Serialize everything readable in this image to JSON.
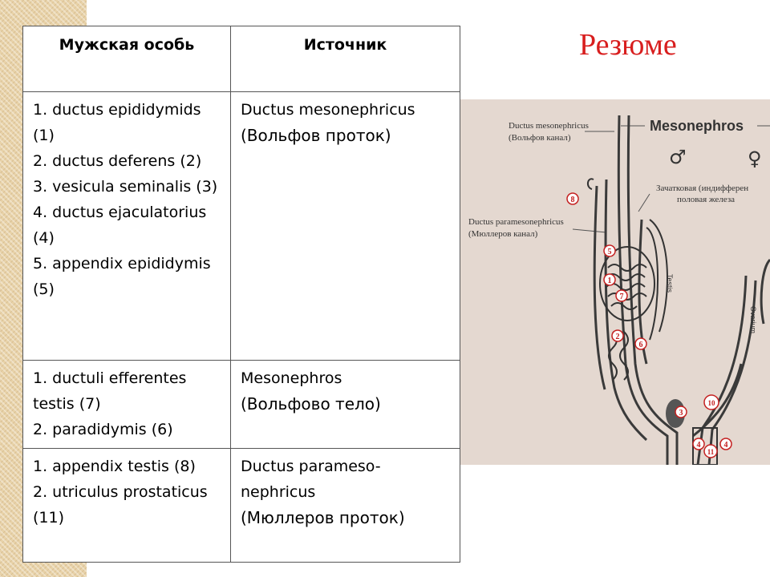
{
  "slide": {
    "title": "Резюме"
  },
  "table": {
    "headers": [
      "Мужская особь",
      "Источник"
    ],
    "rows": [
      {
        "male": [
          "1. ductus epididymids (1)",
          "2. ductus deferens (2)",
          "3. vesicula seminalis (3)",
          "4. ductus ejaculatorius (4)",
          "5. appendix epididymis (5)"
        ],
        "source": "Ductus mesonephricus",
        "source_ru": "(Вольфов проток)"
      },
      {
        "male": [
          "1. ductuli efferentes testis (7)",
          "2. paradidymis (6)"
        ],
        "source": "Mesonephros",
        "source_ru": "(Вольфово тело)"
      },
      {
        "male": [
          "1. appendix testis (8)",
          "2. utriculus prostaticus (11)"
        ],
        "source": "Ductus parameso-nephricus",
        "source_ru": "(Мюллеров проток)"
      }
    ]
  },
  "figure": {
    "labels": {
      "ductus_mesonephricus": "Ductus mesonephricus",
      "ductus_mesonephricus_ru": "(Вольфов канал)",
      "mesonephros": "Mesonephros",
      "gonad_1": "Зачатковая (индифферен",
      "gonad_2": "половая железа",
      "ductus_paramesonephricus": "Ductus paramesonephricus",
      "ductus_paramesonephricus_ru": "(Мюллеров канал)",
      "testis": "Testis",
      "ovarium": "Ovarium"
    },
    "symbols": {
      "male": "♂",
      "female": "♀"
    },
    "markers": [
      "8",
      "5",
      "1",
      "7",
      "2",
      "6",
      "10",
      "3",
      "4",
      "11",
      "4"
    ]
  },
  "colors": {
    "title": "#d81e1e",
    "marker": "#c42020",
    "background_band": "#e8d2a8"
  }
}
